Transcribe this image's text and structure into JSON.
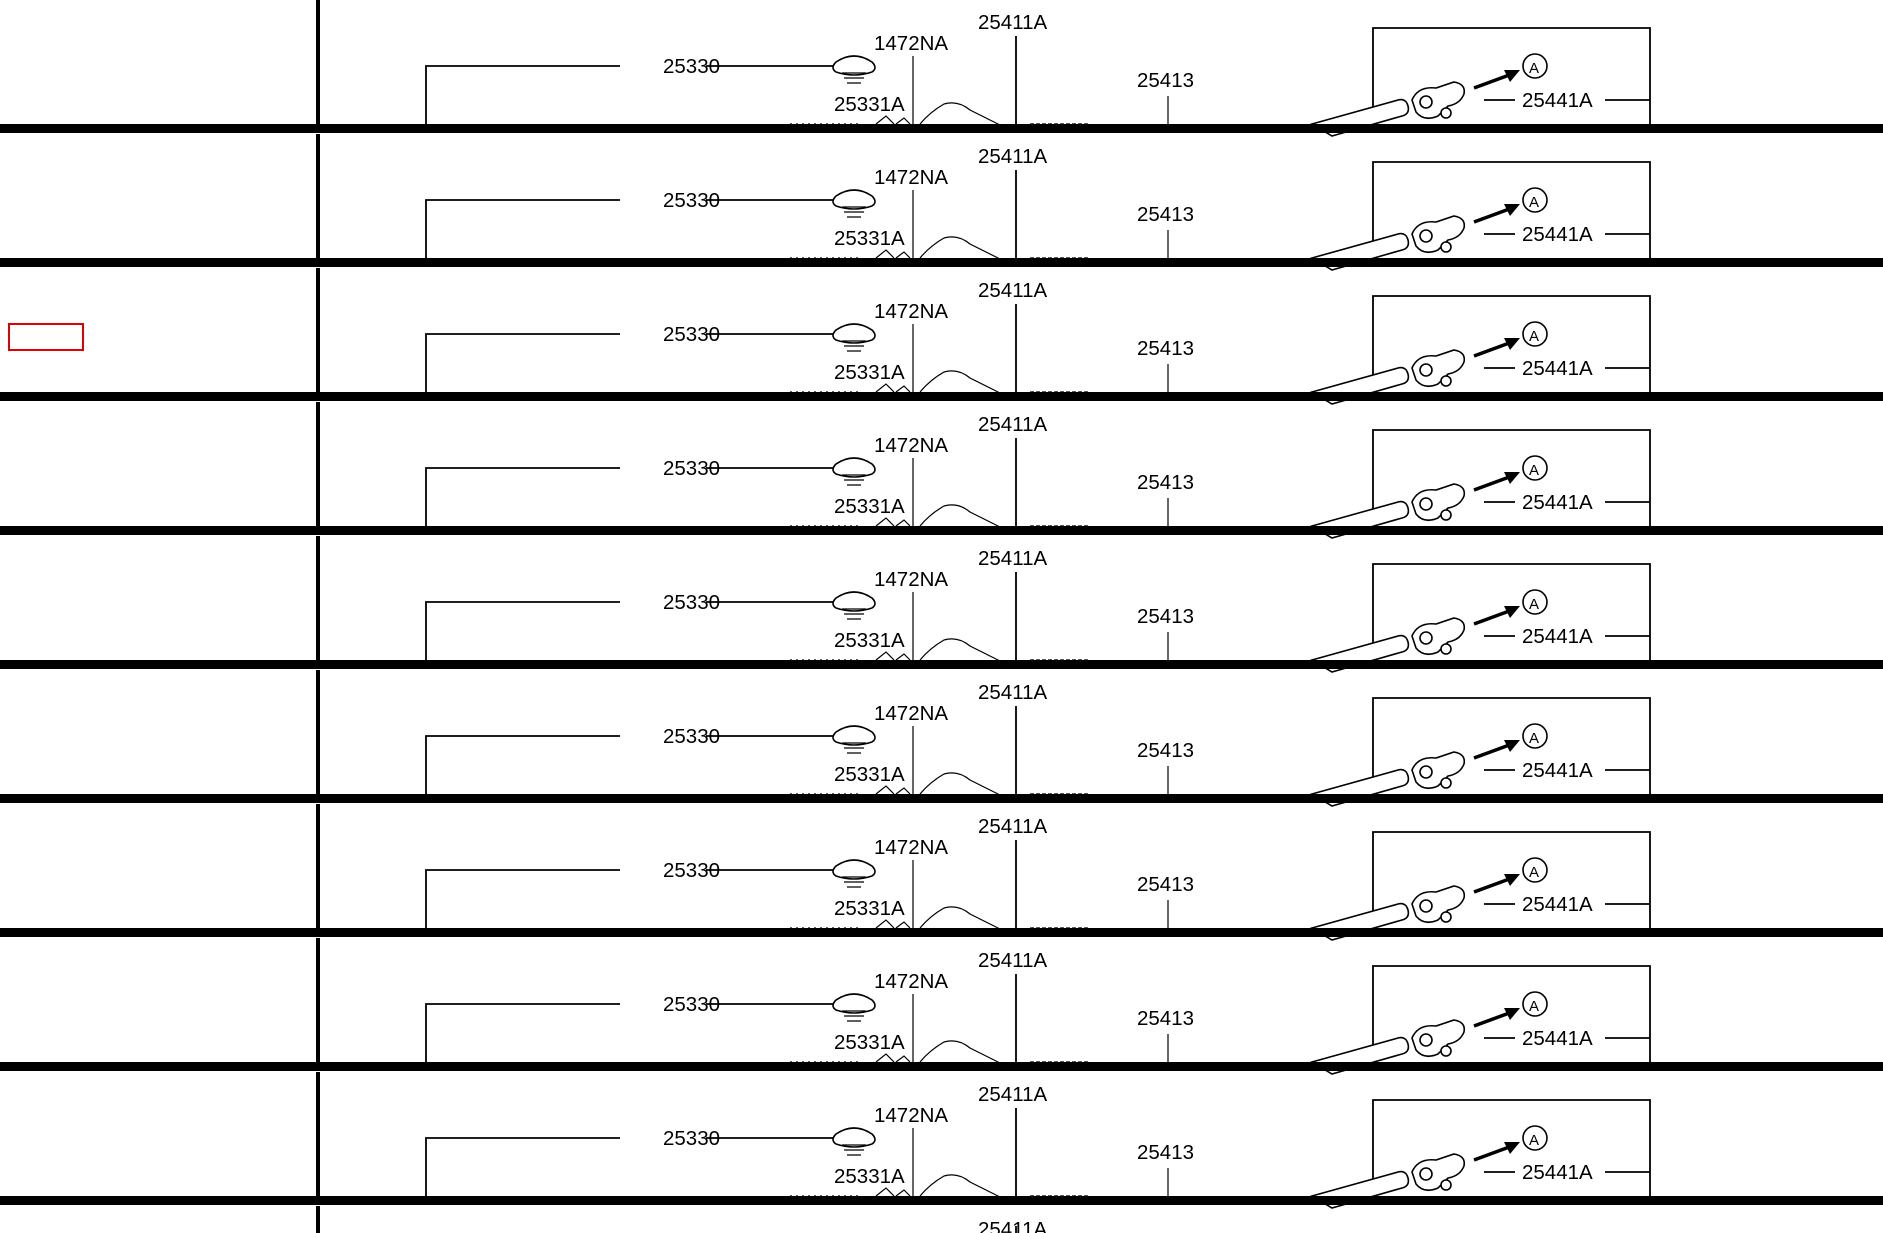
{
  "diagram": {
    "repeat_count": 9,
    "labels": {
      "radiator_cap": "25330",
      "reservoir": "1472NA",
      "clamp": "25331A",
      "upper_hose": "25411A",
      "lower_hose": "25413",
      "bracket": "25441A",
      "detail_marker": "A"
    },
    "truncated_bottom_label": "25411A",
    "colors": {
      "line": "#000000",
      "background": "#ffffff",
      "highlight": "#e00000"
    }
  }
}
